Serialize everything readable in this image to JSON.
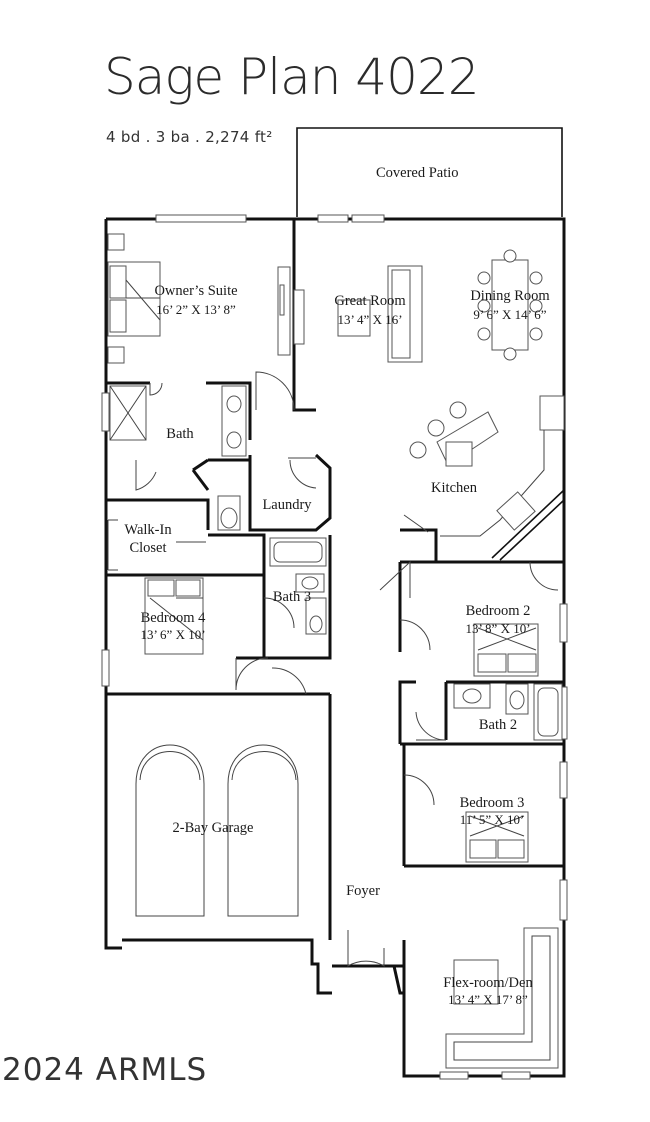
{
  "header": {
    "title": "Sage Plan 4022",
    "specs": "4 bd . 3 ba . 2,274 ft²"
  },
  "watermark": "2024 ARMLS",
  "rooms": {
    "covered_patio": {
      "name": "Covered Patio"
    },
    "owners_suite": {
      "name": "Owner’s Suite",
      "dims": "16’ 2” X 13’ 8”"
    },
    "great_room": {
      "name": "Great Room",
      "dims": "13’ 4” X 16’"
    },
    "dining_room": {
      "name": "Dining Room",
      "dims": "9’ 6” X 14’ 6”"
    },
    "bath_master": {
      "name": "Bath"
    },
    "kitchen": {
      "name": "Kitchen"
    },
    "laundry": {
      "name": "Laundry"
    },
    "walk_in_closet": {
      "name_line1": "Walk-In",
      "name_line2": "Closet"
    },
    "bedroom4": {
      "name": "Bedroom 4",
      "dims": "13’ 6” X 10’"
    },
    "bath3": {
      "name": "Bath 3"
    },
    "bedroom2": {
      "name": "Bedroom 2",
      "dims": "13’ 8” X 10’"
    },
    "bath2": {
      "name": "Bath 2"
    },
    "bedroom3": {
      "name": "Bedroom 3",
      "dims": "11’ 5” X 10’"
    },
    "garage": {
      "name": "2-Bay Garage"
    },
    "foyer": {
      "name": "Foyer"
    },
    "flex_room": {
      "name": "Flex-room/Den",
      "dims": "13’ 4” X 17’ 8”"
    }
  }
}
